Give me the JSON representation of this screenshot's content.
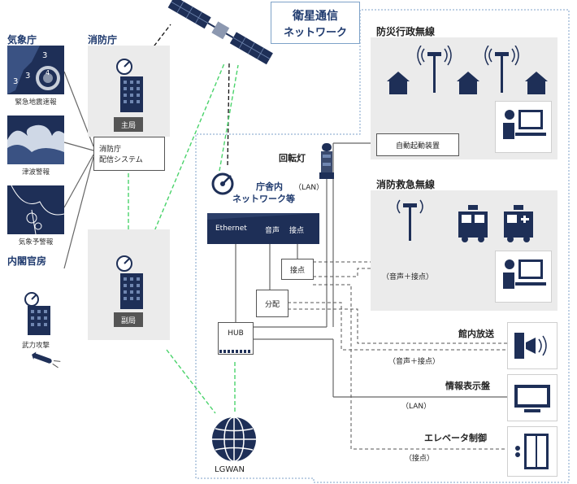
{
  "title": {
    "line1": "衛星通信",
    "line2": "ネットワーク"
  },
  "left": {
    "jma": "気象庁",
    "eq_caption": "緊急地震速報",
    "tsunami_caption": "津波警報",
    "weather_caption": "気象予警報",
    "cabinet": "内閣官房",
    "attack_caption": "武力攻撃",
    "eq_numbers": [
      "3",
      "3",
      "3",
      "4"
    ]
  },
  "fdma": {
    "title": "消防庁",
    "main_station": "主局",
    "system_line1": "消防庁",
    "system_line2": "配信システム",
    "sub_station": "副局"
  },
  "office": {
    "lamp": "回転灯",
    "lan_title": "庁舎内",
    "lan_suffix": "（LAN）",
    "network": "ネットワーク等",
    "ports": [
      "Ethernet",
      "音声",
      "接点"
    ],
    "contact_box": "接点",
    "distribution": "分配",
    "hub": "HUB",
    "lgwan": "LGWAN"
  },
  "disaster_radio": {
    "title": "防災行政無線",
    "auto_start": "自動起動装置"
  },
  "fire_radio": {
    "title": "消防救急無線",
    "label_voice_contact": "（音声＋接点）"
  },
  "devices": {
    "pa": "館内放送",
    "pa_label": "（音声＋接点）",
    "info_display": "情報表示盤",
    "info_label": "（LAN）",
    "elevator": "エレベータ制御",
    "elevator_label": "（接点）"
  }
}
